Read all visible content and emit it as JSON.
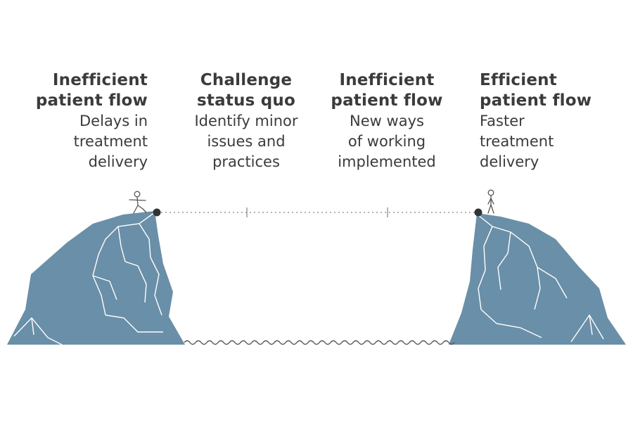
{
  "stages": [
    {
      "title_line1": "Inefficient",
      "title_line2": "patient flow",
      "desc_line1": "Delays in",
      "desc_line2": "treatment",
      "desc_line3": "delivery"
    },
    {
      "title_line1": "Challenge",
      "title_line2": "status quo",
      "desc_line1": "Identify minor",
      "desc_line2": "issues and",
      "desc_line3": "practices"
    },
    {
      "title_line1": "Inefficient",
      "title_line2": "patient flow",
      "desc_line1": "New ways",
      "desc_line2": "of working",
      "desc_line3": "implemented"
    },
    {
      "title_line1": "Efficient",
      "title_line2": "patient flow",
      "desc_line1": "Faster",
      "desc_line2": "treatment",
      "desc_line3": "delivery"
    }
  ],
  "colors": {
    "cliff": "#6a8fa8",
    "cliff_lines": "#ffffff",
    "text": "#3b3b3b",
    "rope": "#9a9a9a",
    "anchor": "#333333",
    "water": "#555555"
  }
}
